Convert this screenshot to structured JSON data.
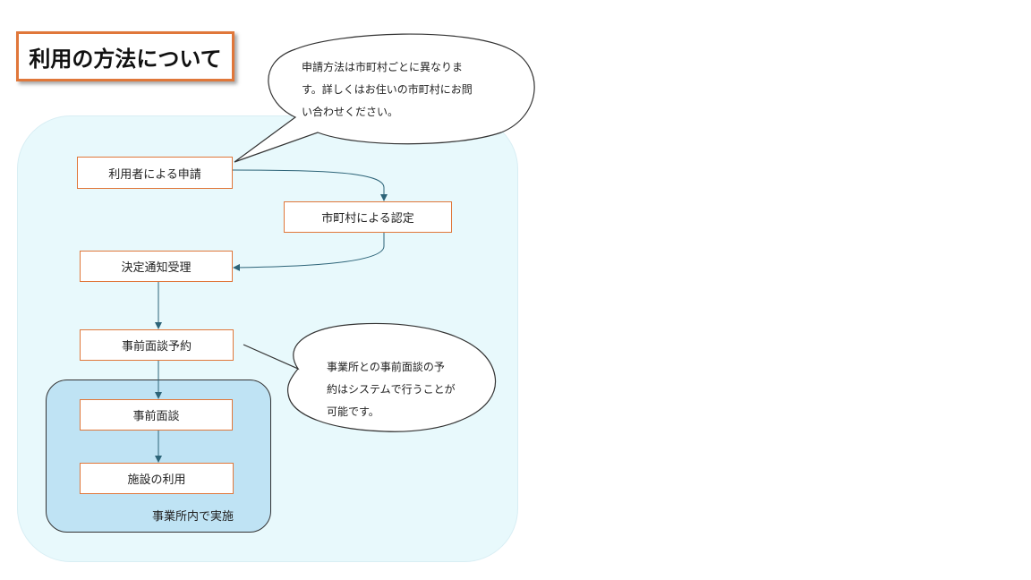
{
  "title": "利用の方法について",
  "steps": {
    "apply": "利用者による申請",
    "certify": "市町村による認定",
    "notice": "決定通知受理",
    "reserve": "事前面談予約",
    "meeting": "事前面談",
    "use": "施設の利用"
  },
  "inner_group_label": "事業所内で実施",
  "callouts": {
    "application": {
      "lines": [
        "申請方法は市町村ごとに異なりま",
        "す。詳しくはお住いの市町村にお問",
        "い合わせください。"
      ]
    },
    "reservation": {
      "lines": [
        "事業所との事前面談の予",
        "約はシステムで行うことが",
        "可能です。"
      ]
    }
  },
  "colors": {
    "step_border": "#e0773a",
    "title_border": "#e0773a",
    "outer_panel": "#e8f9fc",
    "inner_panel": "#bfe3f4",
    "arrow": "#2d6478"
  }
}
